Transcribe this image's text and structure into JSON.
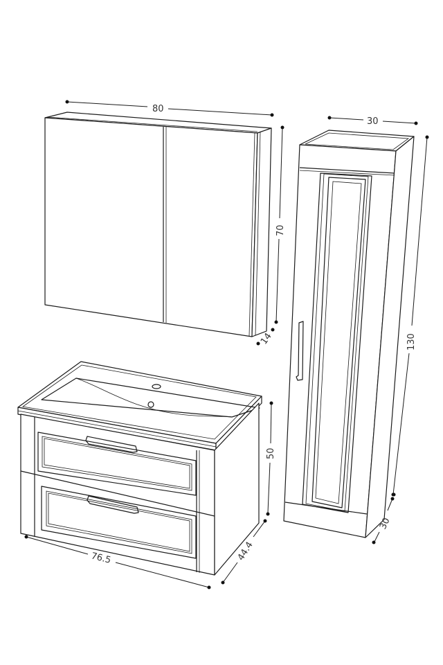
{
  "diagram": {
    "title": "",
    "background": "#ffffff",
    "line_color": "#1a1a1a",
    "components": [
      {
        "id": "mirror-cabinet",
        "name": "Mirror cabinet (two doors)"
      },
      {
        "id": "vanity-unit",
        "name": "Vanity unit with basin and two drawers"
      },
      {
        "id": "tall-cabinet",
        "name": "Tall side cabinet (single door)"
      }
    ],
    "dimensions": {
      "mirror_width": "80",
      "mirror_height": "70",
      "mirror_depth": "14",
      "tall_width": "30",
      "tall_height": "130",
      "tall_depth": "30",
      "vanity_height": "50",
      "vanity_width": "76.5",
      "vanity_depth": "44.4"
    }
  }
}
